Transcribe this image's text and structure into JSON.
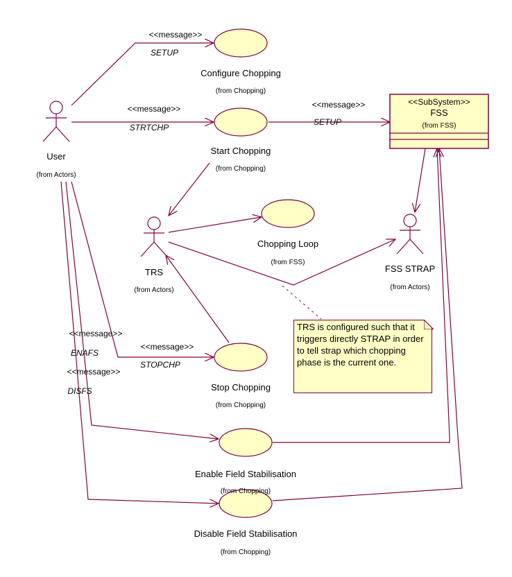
{
  "diagram": {
    "type": "UML use case diagram",
    "colors": {
      "line": "#800040",
      "fill": "#ffffc6",
      "text": "#000000"
    },
    "actors": [
      {
        "id": "user",
        "name": "User",
        "from": "(from Actors)"
      },
      {
        "id": "trs",
        "name": "TRS",
        "from": "(from Actors)"
      },
      {
        "id": "fss_strap",
        "name": "FSS STRAP",
        "from": "(from Actors)"
      }
    ],
    "use_cases": [
      {
        "id": "configure",
        "name": "Configure Chopping",
        "from": "(from Chopping)"
      },
      {
        "id": "start",
        "name": "Start Chopping",
        "from": "(from Chopping)"
      },
      {
        "id": "loop",
        "name": "Chopping Loop",
        "from": "(from FSS)"
      },
      {
        "id": "stop",
        "name": "Stop Chopping",
        "from": "(from Chopping)"
      },
      {
        "id": "enable",
        "name": "Enable Field Stabilisation",
        "from": "(from Chopping)"
      },
      {
        "id": "disable",
        "name": "Disable Field Stabilisation",
        "from": "(from Chopping)"
      }
    ],
    "subsystem": {
      "stereotype": "<<SubSystem>>",
      "name": "FSS",
      "from": "(from FSS)"
    },
    "messages": [
      {
        "stereotype": "<<message>>",
        "name": "SETUP",
        "from": "User",
        "to": "Configure Chopping"
      },
      {
        "stereotype": "<<message>>",
        "name": "STRTCHP",
        "from": "User",
        "to": "Start Chopping"
      },
      {
        "stereotype": "<<message>>",
        "name": "SETUP",
        "from": "Start Chopping",
        "to": "FSS"
      },
      {
        "stereotype": "<<message>>",
        "name": "STOPCHP",
        "from": "User",
        "to": "Stop Chopping"
      },
      {
        "stereotype": "<<message>>",
        "name": "ENAFS",
        "from": "User",
        "to": "Enable Field Stabilisation"
      },
      {
        "stereotype": "<<message>>",
        "name": "DISFS",
        "from": "User",
        "to": "Disable Field Stabilisation"
      }
    ],
    "note": {
      "text": "TRS is configured such that it triggers directly STRAP in order to tell strap which chopping phase is the current one."
    }
  }
}
